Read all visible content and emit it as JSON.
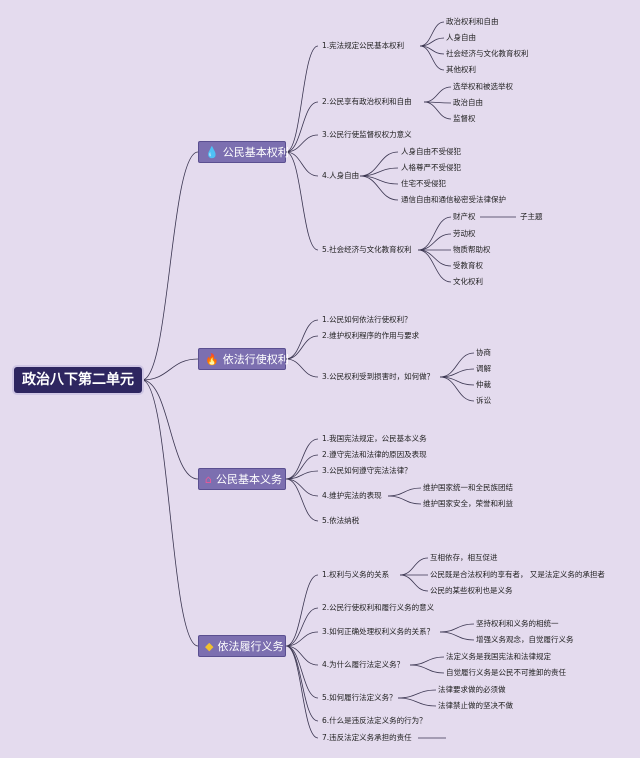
{
  "root": "政治八下第二单元",
  "branches": [
    {
      "label": "公民基本权利",
      "icon": "droplet-icon",
      "items": [
        {
          "label": "1.宪法规定公民基本权利",
          "children": [
            "政治权利和自由",
            "人身自由",
            "社会经济与文化教育权利",
            "其他权利"
          ]
        },
        {
          "label": "2.公民享有政治权利和自由",
          "children": [
            "选举权和被选举权",
            "政治自由",
            "监督权"
          ]
        },
        {
          "label": "3.公民行使监督权权力意义",
          "children": []
        },
        {
          "label": "4.人身自由",
          "children": [
            "人身自由不受侵犯",
            "人格尊严不受侵犯",
            "住宅不受侵犯",
            "通信自由和通信秘密受法律保护"
          ]
        },
        {
          "label": "5.社会经济与文化教育权利",
          "children": [
            "财产权",
            "劳动权",
            "物质帮助权",
            "受教育权",
            "文化权利"
          ]
        }
      ],
      "subtopic": "子主题"
    },
    {
      "label": "依法行使权利",
      "icon": "fire-icon",
      "items": [
        {
          "label": "1.公民如何依法行使权利？",
          "children": []
        },
        {
          "label": "2.维护权利程序的作用与要求",
          "children": []
        },
        {
          "label": "3.公民权利受到损害时，如何做？",
          "children": [
            "协商",
            "调解",
            "仲裁",
            "诉讼"
          ]
        }
      ]
    },
    {
      "label": "公民基本义务",
      "icon": "home-icon",
      "items": [
        {
          "label": "1.我国宪法规定，公民基本义务",
          "children": []
        },
        {
          "label": "2.遵守宪法和法律的原因及表现",
          "children": []
        },
        {
          "label": "3.公民如何遵守宪法法律？",
          "children": []
        },
        {
          "label": "4.维护宪法的表现",
          "children": [
            "维护国家统一和全民族团结",
            "维护国家安全，荣誉和利益"
          ]
        },
        {
          "label": "5.依法纳税",
          "children": []
        }
      ]
    },
    {
      "label": "依法履行义务",
      "icon": "diamond-icon",
      "items": [
        {
          "label": "1.权利与义务的关系",
          "children": [
            "互相依存，相互促进",
            "公民既是合法权利的享有者， 又是法定义务的承担者",
            "公民的某些权利也是义务"
          ]
        },
        {
          "label": "2.公民行使权利和履行义务的意义",
          "children": []
        },
        {
          "label": "3.如何正确处理权利义务的关系？",
          "children": [
            "坚持权利和义务的相统一",
            "增强义务观念，自觉履行义务"
          ]
        },
        {
          "label": "4.为什么履行法定义务？",
          "children": [
            "法定义务是我国宪法和法律规定",
            "自觉履行义务是公民不可推卸的责任"
          ]
        },
        {
          "label": "5.如何履行法定义务？",
          "children": [
            "法律要求做的必须做",
            "法律禁止做的坚决不做"
          ]
        },
        {
          "label": "6.什么是违反法定义务的行为？",
          "children": []
        },
        {
          "label": "7.违反法定义务承担的责任",
          "children": []
        }
      ]
    }
  ],
  "colors": {
    "background": "#e4dbee",
    "root": "#2e2660",
    "branch": "#7c6fb0",
    "line": "#3a3550"
  }
}
